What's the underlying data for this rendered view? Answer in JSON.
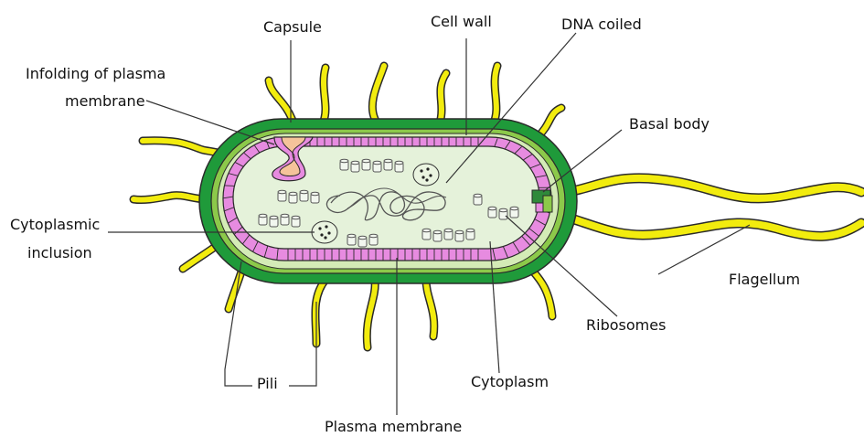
{
  "labels": {
    "capsule": "Capsule",
    "cell_wall": "Cell wall",
    "dna_coiled": "DNA coiled",
    "infolding_line1": "Infolding of plasma",
    "infolding_line2": "membrane",
    "basal_body": "Basal body",
    "cytoplasmic_inclusion_line1": "Cytoplasmic",
    "cytoplasmic_inclusion_line2": "inclusion",
    "flagellum": "Flagellum",
    "ribosomes": "Ribosomes",
    "pili": "Pili",
    "cytoplasm": "Cytoplasm",
    "plasma_membrane": "Plasma membrane"
  },
  "colors": {
    "capsule": "#1f9a3a",
    "cell_wall": "#8cc94a",
    "periplasm": "#d4ebb6",
    "plasma_membrane": "#e78be0",
    "cytoplasm": "#e5f2da",
    "pili": "#f2ec0e",
    "infolding_fill": "#f5c39a",
    "leader_line": "#333333",
    "outline": "#2a2a2a"
  }
}
